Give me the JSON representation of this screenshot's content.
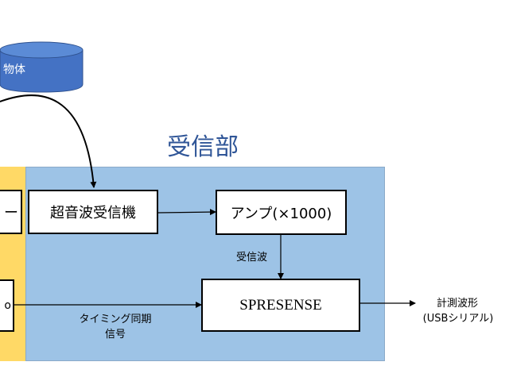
{
  "object": {
    "label": "物体"
  },
  "receiver": {
    "title": "受信部"
  },
  "blocks": {
    "left_top_fragment": "ー",
    "left_bottom_fragment": "o",
    "ultrasonic_receiver": "超音波受信機",
    "amplifier": "アンプ(×1000)",
    "spresense": "SPRESENSE"
  },
  "labels": {
    "received_wave": "受信波",
    "timing_sync_line1": "タイミング同期",
    "timing_sync_line2": "信号",
    "output_line1": "計測波形",
    "output_line2": "(USBシリアル)"
  },
  "colors": {
    "receiver_panel": "#9DC3E6",
    "transmitter_panel": "#FFD966",
    "object_fill": "#4472C4",
    "title_color": "#2F5597"
  }
}
